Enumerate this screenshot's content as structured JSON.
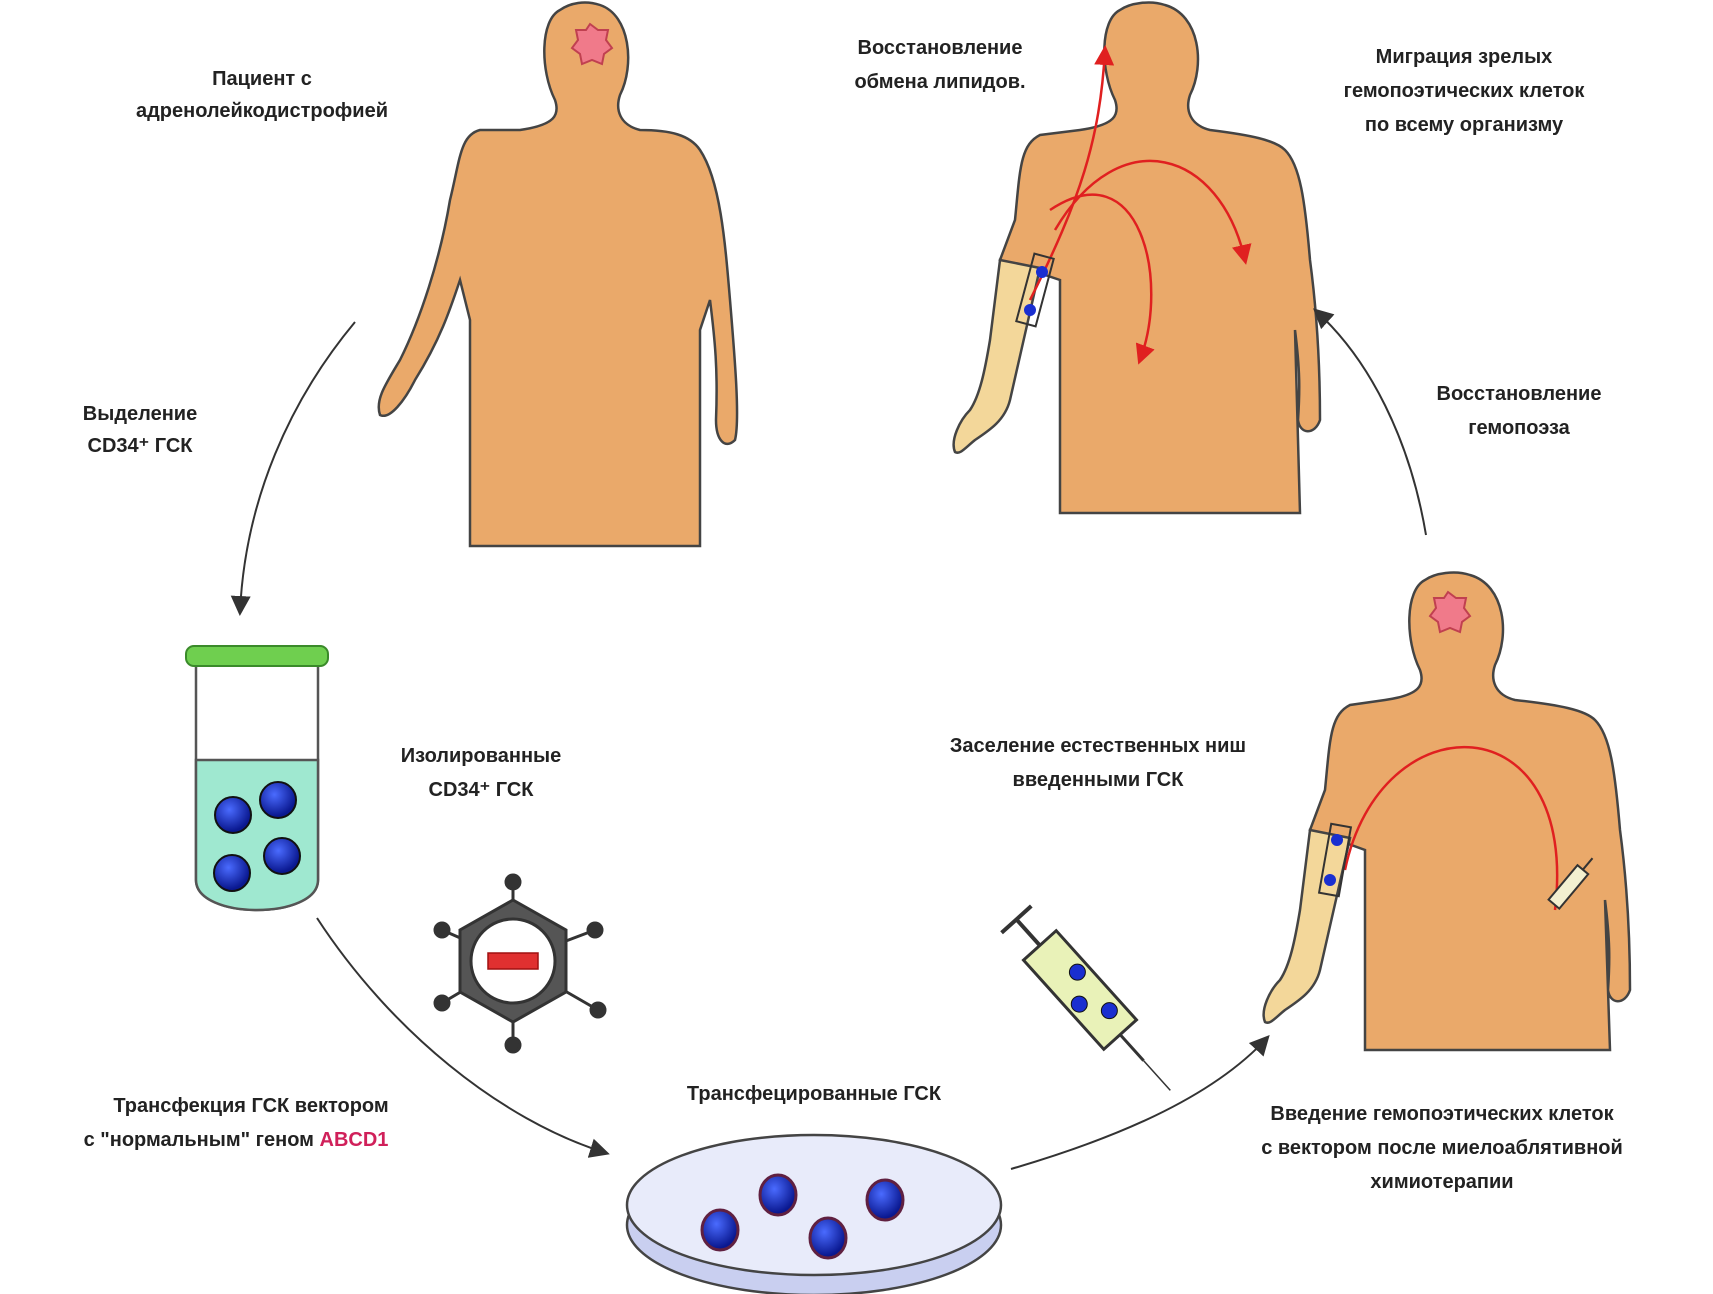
{
  "labels": {
    "patient": [
      "Пациент с",
      "адренолейкодистрофией"
    ],
    "isolation": [
      "Выделение",
      "CD34⁺ ГСК"
    ],
    "isolated_cells": [
      "Изолированные",
      "CD34⁺ ГСК"
    ],
    "transfection": [
      "Трансфекция ГСК вектором",
      "с \"нормальным\" геном "
    ],
    "gene": "ABCD1",
    "transfected_cells": "Трансфецированные ГСК",
    "injection": [
      "Введение гемопоэтических клеток",
      "с вектором после миелоаблятивной",
      "химиотерапии"
    ],
    "niche_settlement": [
      "Заселение естественных ниш",
      "введенными ГСК"
    ],
    "hematopoiesis_recovery": [
      "Восстановление",
      "гемопоэза"
    ],
    "migration": [
      "Миграция зрелых",
      "гемопоэтических клеток",
      "по всему организму"
    ],
    "lipid_recovery": [
      "Восстановление",
      "обмена липидов."
    ]
  },
  "colors": {
    "body": "#eaa96a",
    "arm": "#f3d79a",
    "lesion": "#f07a8a",
    "flow": "#e02020",
    "gene_text": "#d0205a",
    "tube_cap": "#6fcf4f",
    "tube_liquid": "#9fe8d0",
    "cell": "#1a2fd0",
    "dish": "#d8dcf5"
  }
}
